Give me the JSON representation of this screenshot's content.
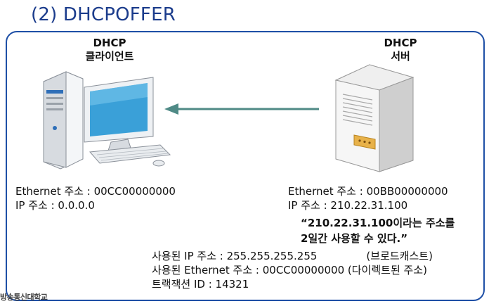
{
  "title": "(2) DHCPOFFER",
  "client": {
    "label_line1": "DHCP",
    "label_line2": "클라이언트",
    "ethernet": "Ethernet 주소 : 00CC00000000",
    "ip": "IP 주소 : 0.0.0.0"
  },
  "server": {
    "label_line1": "DHCP",
    "label_line2": "서버",
    "ethernet": "Ethernet 주소 : 00BB00000000",
    "ip": "IP 주소 : 210.22.31.100"
  },
  "offer_quote": {
    "line1": "“210.22.31.100이라는 주소를",
    "line2": "2일간 사용할 수 있다.”"
  },
  "packet": {
    "used_ip": "사용된 IP 주소 : 255.255.255.255",
    "used_ip_note": "(브로드캐스트)",
    "used_ethernet": "사용된 Ethernet 주소 : 00CC00000000 (다이렉트된 주소)",
    "transaction_id": "트랙잭션 ID : 14321"
  },
  "footer_mark": "방송통신대학교",
  "colors": {
    "title": "#1b3c8c",
    "frame": "#1e4fa6",
    "arrow": "#4f8a86",
    "screen": "#3aa0d8"
  }
}
